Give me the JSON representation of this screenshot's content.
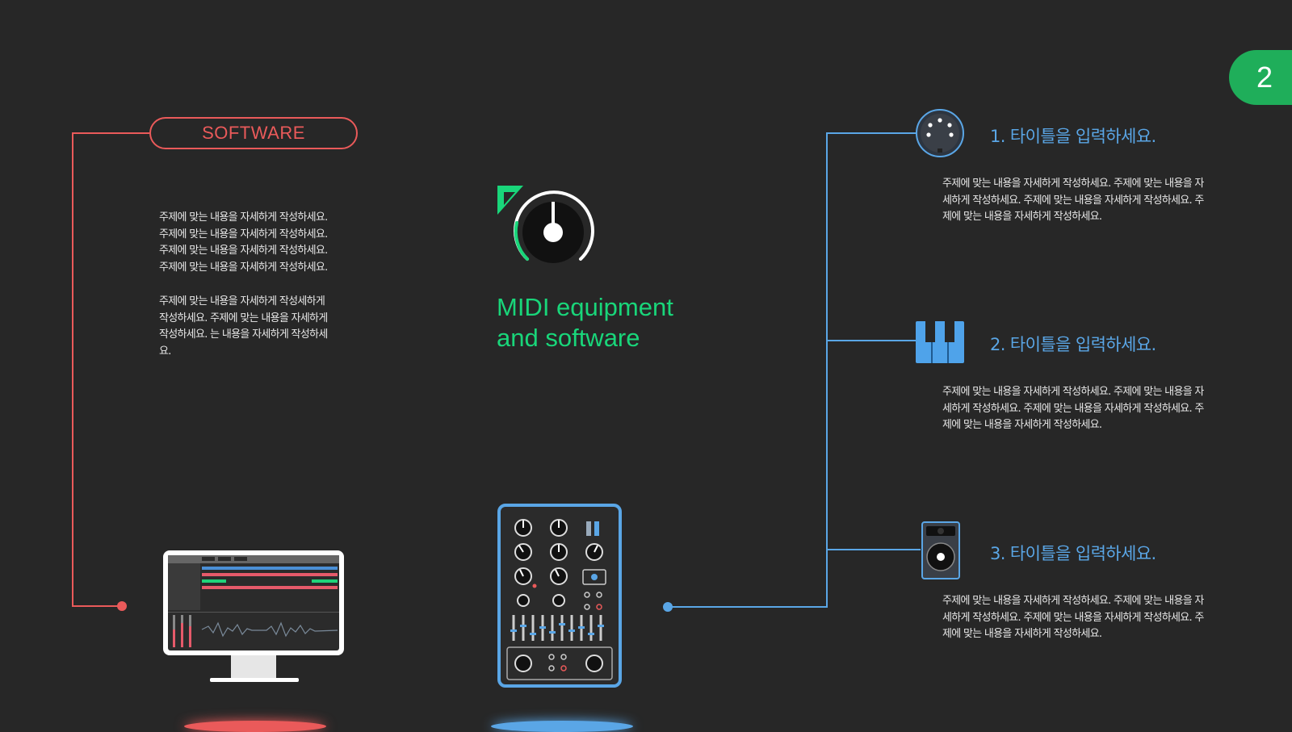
{
  "page": {
    "number": "2"
  },
  "colors": {
    "background": "#272727",
    "software": "#ea5a5a",
    "hardware": "#5aa6e6",
    "accent": "#19d67a",
    "badge": "#1fae5a"
  },
  "software": {
    "label": "SOFTWARE",
    "paragraph1": [
      "주제에 맞는 내용을 자세하게 작성하세요.",
      "주제에 맞는 내용을 자세하게 작성하세요.",
      "주제에 맞는 내용을 자세하게 작성하세요.",
      "주제에 맞는 내용을 자세하게 작성하세요."
    ],
    "paragraph2": [
      "주제에 맞는 내용을 자세하게 작성세하게",
      "작성하세요. 주제에 맞는 내용을 자세하게",
      "작성하세요. 는 내용을 자세하게 작성하세",
      "요."
    ]
  },
  "hero": {
    "line1": "MIDI equipment",
    "line2": "and software",
    "icon": "knob-icon"
  },
  "items": [
    {
      "title": "1. 타이틀을 입력하세요.",
      "icon": "midi-connector-icon",
      "lines": [
        "주제에 맞는 내용을 자세하게 작성하세요. 주제에 맞는 내용을 자",
        "세하게 작성하세요. 주제에 맞는 내용을 자세하게 작성하세요. 주",
        "제에 맞는 내용을 자세하게 작성하세요."
      ]
    },
    {
      "title": "2. 타이틀을 입력하세요.",
      "icon": "piano-keys-icon",
      "lines": [
        "주제에 맞는 내용을 자세하게 작성하세요. 주제에 맞는 내용을 자",
        "세하게 작성하세요. 주제에 맞는 내용을 자세하게 작성하세요. 주",
        "제에 맞는 내용을 자세하게 작성하세요."
      ]
    },
    {
      "title": "3. 타이틀을 입력하세요.",
      "icon": "speaker-icon",
      "lines": [
        "주제에 맞는 내용을 자세하게 작성하세요. 주제에 맞는 내용을 자",
        "세하게 작성하세요. 주제에 맞는 내용을 자세하게 작성하세요. 주",
        "제에 맞는 내용을 자세하게 작성하세요."
      ]
    }
  ]
}
